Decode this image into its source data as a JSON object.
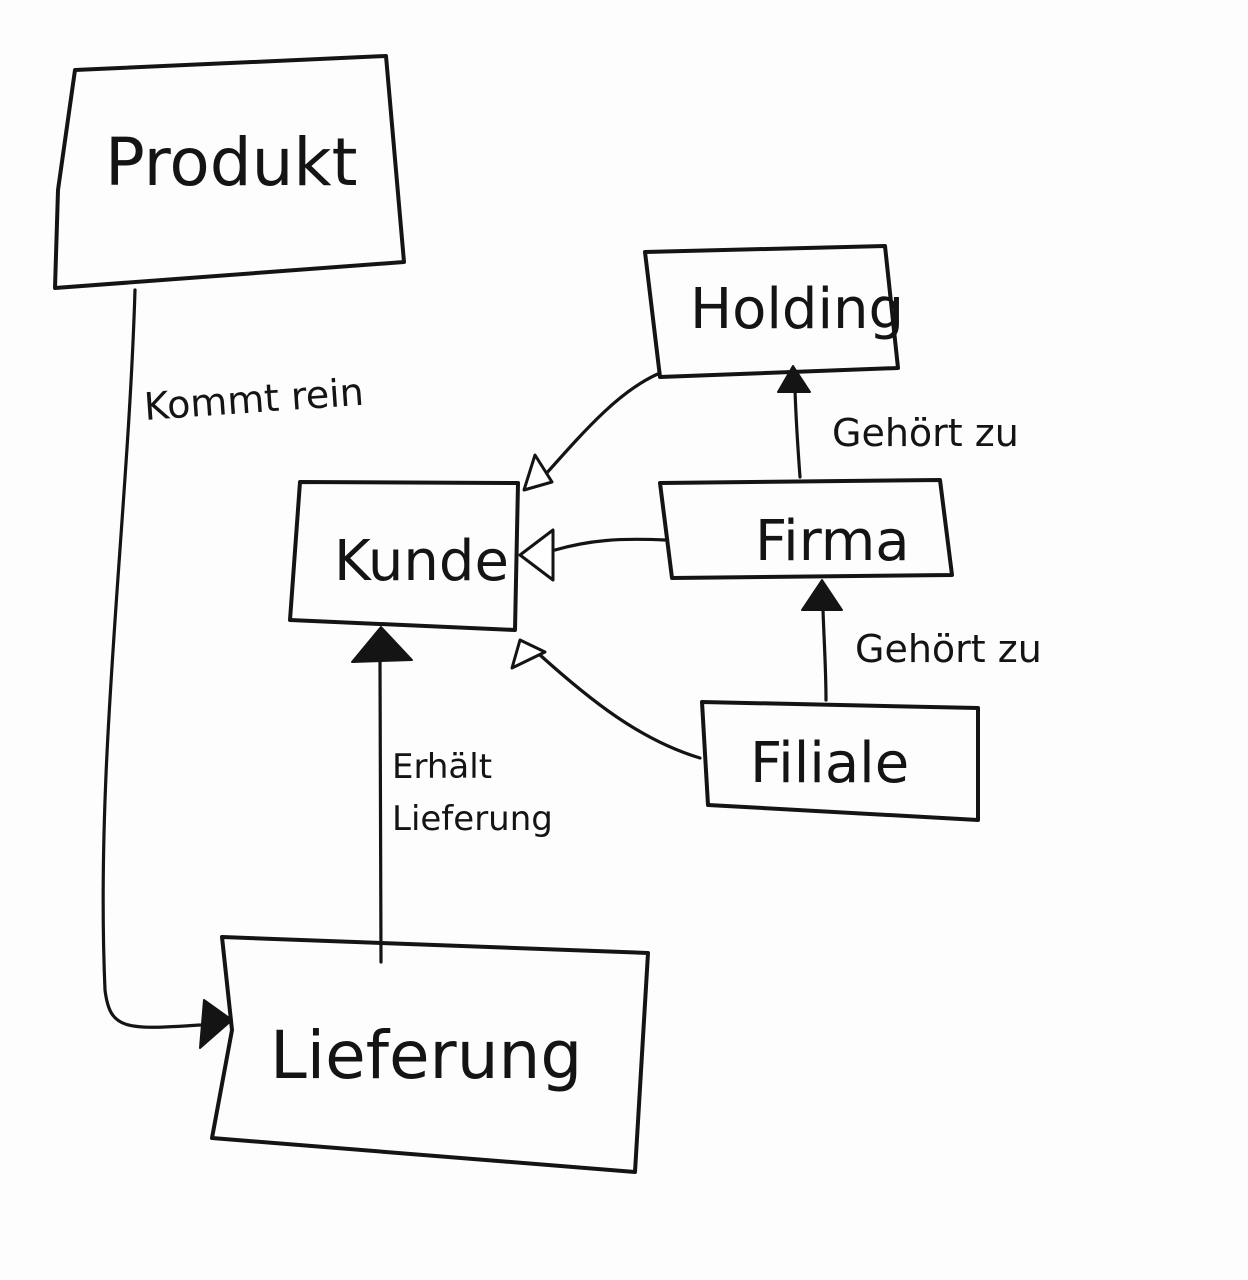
{
  "nodes": {
    "produkt": "Produkt",
    "holding": "Holding",
    "kunde": "Kunde",
    "firma": "Firma",
    "filiale": "Filiale",
    "lieferung": "Lieferung"
  },
  "edges": {
    "produkt_lieferung": "Kommt rein",
    "firma_holding": "Gehört zu",
    "filiale_firma": "Gehört zu",
    "lieferung_kunde_line1": "Erhält",
    "lieferung_kunde_line2": "Lieferung"
  },
  "colors": {
    "ink": "#141414",
    "paper": "#fdfdfd"
  }
}
